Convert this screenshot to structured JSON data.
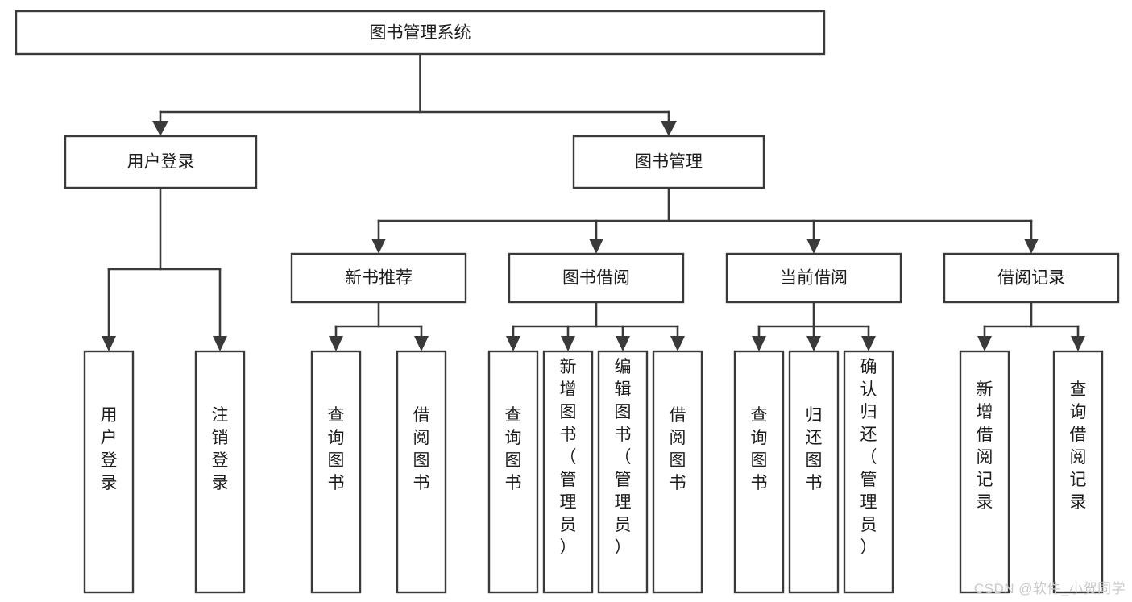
{
  "diagram": {
    "type": "tree",
    "title": "图书管理系统",
    "watermark": "CSDN @软件_小贺同学",
    "colors": {
      "box_stroke": "#3a3a3a",
      "box_fill": "#ffffff",
      "text": "#1d1d1d",
      "connector": "#3a3a3a",
      "watermark": "#c9c9c9",
      "background": "#ffffff"
    },
    "root": {
      "id": "root",
      "label": "图书管理系统"
    },
    "level2": [
      {
        "id": "user-login",
        "label": "用户登录"
      },
      {
        "id": "book-manage",
        "label": "图书管理"
      }
    ],
    "level3": [
      {
        "id": "new-book-recommend",
        "label": "新书推荐",
        "parent": "book-manage"
      },
      {
        "id": "book-borrow",
        "label": "图书借阅",
        "parent": "book-manage"
      },
      {
        "id": "current-borrow",
        "label": "当前借阅",
        "parent": "book-manage"
      },
      {
        "id": "borrow-record",
        "label": "借阅记录",
        "parent": "book-manage"
      }
    ],
    "leaves": [
      {
        "id": "leaf-user-login",
        "label": "用户登录",
        "parent": "user-login"
      },
      {
        "id": "leaf-logout",
        "label": "注销登录",
        "parent": "user-login"
      },
      {
        "id": "leaf-query-book-1",
        "label": "查询图书",
        "parent": "new-book-recommend"
      },
      {
        "id": "leaf-borrow-book-1",
        "label": "借阅图书",
        "parent": "new-book-recommend"
      },
      {
        "id": "leaf-query-book-2",
        "label": "查询图书",
        "parent": "book-borrow"
      },
      {
        "id": "leaf-add-book",
        "label": "新增图书（管理员）",
        "parent": "book-borrow"
      },
      {
        "id": "leaf-edit-book",
        "label": "编辑图书（管理员）",
        "parent": "book-borrow"
      },
      {
        "id": "leaf-borrow-book-2",
        "label": "借阅图书",
        "parent": "book-borrow"
      },
      {
        "id": "leaf-query-book-3",
        "label": "查询图书",
        "parent": "current-borrow"
      },
      {
        "id": "leaf-return-book",
        "label": "归还图书",
        "parent": "current-borrow"
      },
      {
        "id": "leaf-confirm-return",
        "label": "确认归还（管理员）",
        "parent": "current-borrow"
      },
      {
        "id": "leaf-add-record",
        "label": "新增借阅记录",
        "parent": "borrow-record"
      },
      {
        "id": "leaf-query-record",
        "label": "查询借阅记录",
        "parent": "borrow-record"
      }
    ]
  }
}
